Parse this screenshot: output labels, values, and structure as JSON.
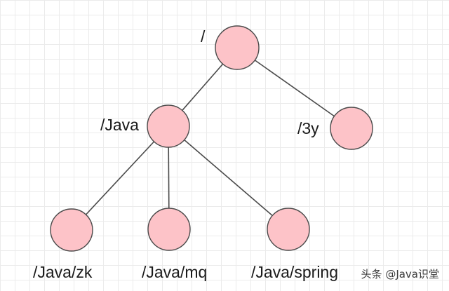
{
  "diagram": {
    "nodes": [
      {
        "id": "root",
        "label": "/"
      },
      {
        "id": "java",
        "label": "/Java"
      },
      {
        "id": "3y",
        "label": "/3y"
      },
      {
        "id": "zk",
        "label": "/Java/zk"
      },
      {
        "id": "mq",
        "label": "/Java/mq"
      },
      {
        "id": "spring",
        "label": "/Java/spring"
      }
    ],
    "edges": [
      [
        "root",
        "java"
      ],
      [
        "root",
        "3y"
      ],
      [
        "java",
        "zk"
      ],
      [
        "java",
        "mq"
      ],
      [
        "java",
        "spring"
      ]
    ],
    "colors": {
      "node_fill": "#fdc3c8",
      "node_stroke": "#4a4a4a",
      "edge": "#4a4a4a",
      "grid": "#ebebeb"
    }
  },
  "watermark": "头条 @Java识堂"
}
